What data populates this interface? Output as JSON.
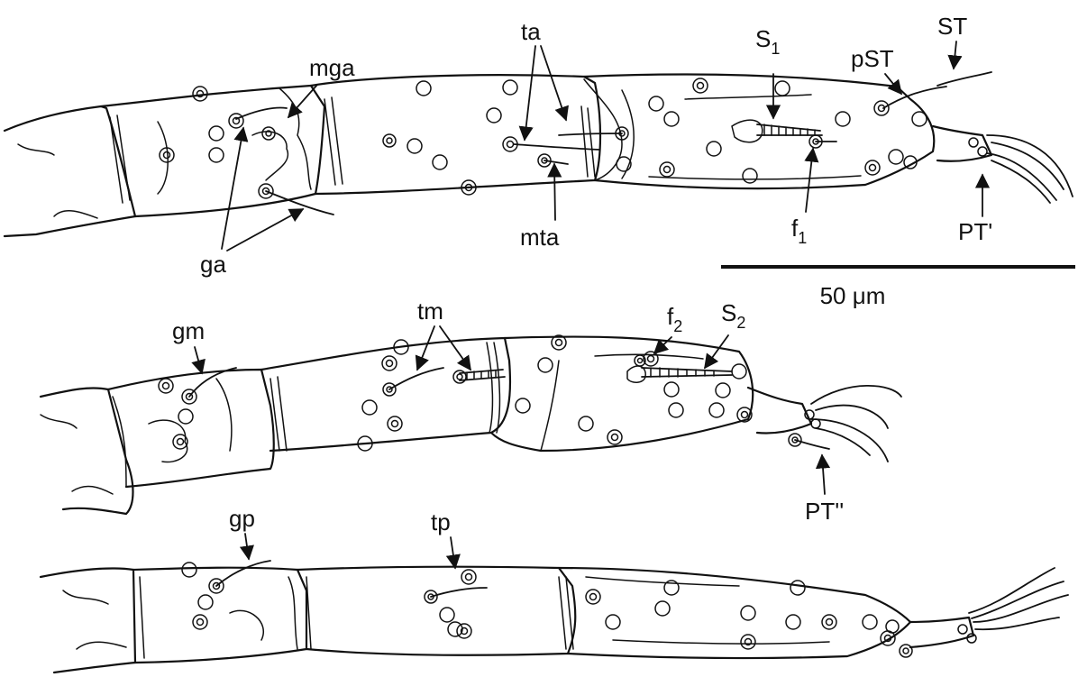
{
  "figure": {
    "scale_bar_label": "50 μm",
    "panels": [
      {
        "id": "top",
        "labels": [
          "mga",
          "ta",
          "S1",
          "pST",
          "ST",
          "ga",
          "mta",
          "f1",
          "PT'"
        ]
      },
      {
        "id": "middle",
        "labels": [
          "tm",
          "f2",
          "S2",
          "gm",
          "PT''"
        ]
      },
      {
        "id": "bottom",
        "labels": [
          "gp",
          "tp"
        ]
      }
    ]
  },
  "labels": {
    "mga": "mga",
    "ta": "ta",
    "s1_main": "S",
    "s1_sub": "1",
    "pst": "pST",
    "st": "ST",
    "ga": "ga",
    "mta": "mta",
    "f1_main": "f",
    "f1_sub": "1",
    "pt1": "PT'",
    "tm": "tm",
    "f2_main": "f",
    "f2_sub": "2",
    "s2_main": "S",
    "s2_sub": "2",
    "gm": "gm",
    "pt2": "PT''",
    "gp": "gp",
    "tp": "tp"
  }
}
